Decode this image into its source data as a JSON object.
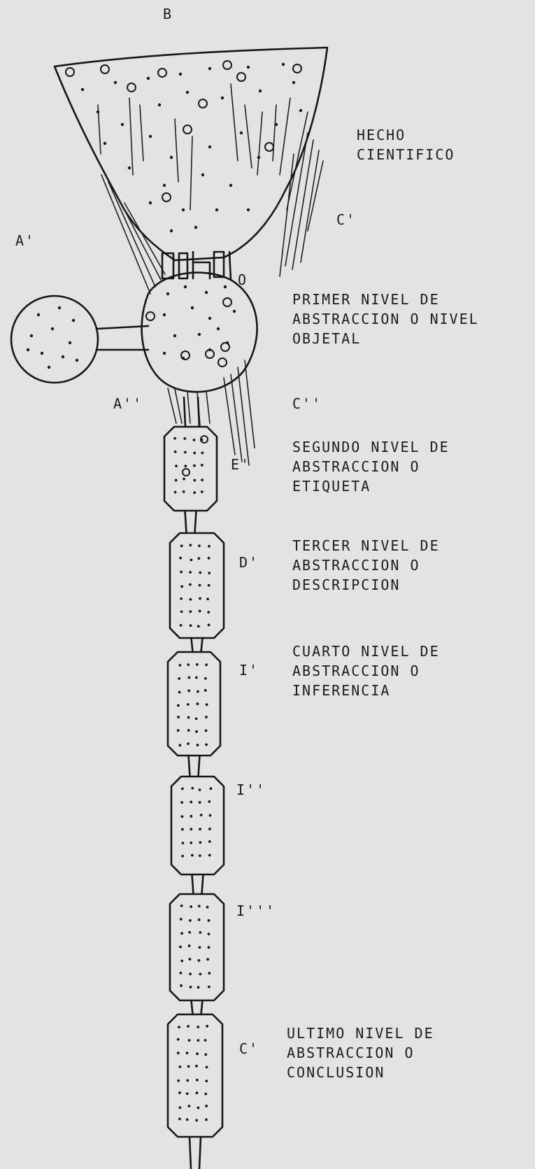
{
  "labels": {
    "B": "B",
    "A_prime": "A'",
    "C_prime_top": "C'",
    "O": "O",
    "A_double": "A''",
    "C_double": "C''",
    "E_prime": "E'",
    "D_prime": "D'",
    "I_prime": "I'",
    "I_double": "I''",
    "I_triple": "I'''",
    "C_prime_bottom": "C'"
  },
  "descriptions": {
    "hecho": [
      "HECHO",
      "CIENTIFICO"
    ],
    "primer": [
      "PRIMER NIVEL DE",
      "ABSTRACCION O NIVEL",
      "OBJETAL"
    ],
    "segundo": [
      "SEGUNDO NIVEL DE",
      "ABSTRACCION O",
      "ETIQUETA"
    ],
    "tercer": [
      "TERCER NIVEL DE",
      "ABSTRACCION O",
      "DESCRIPCION"
    ],
    "cuarto": [
      "CUARTO NIVEL DE",
      "ABSTRACCION O",
      "INFERENCIA"
    ],
    "ultimo": [
      "ULTIMO NIVEL DE",
      "ABSTRACCION O",
      "CONCLUSION"
    ]
  },
  "colors": {
    "paper": "#e3e3e3",
    "ink": "#161616"
  }
}
